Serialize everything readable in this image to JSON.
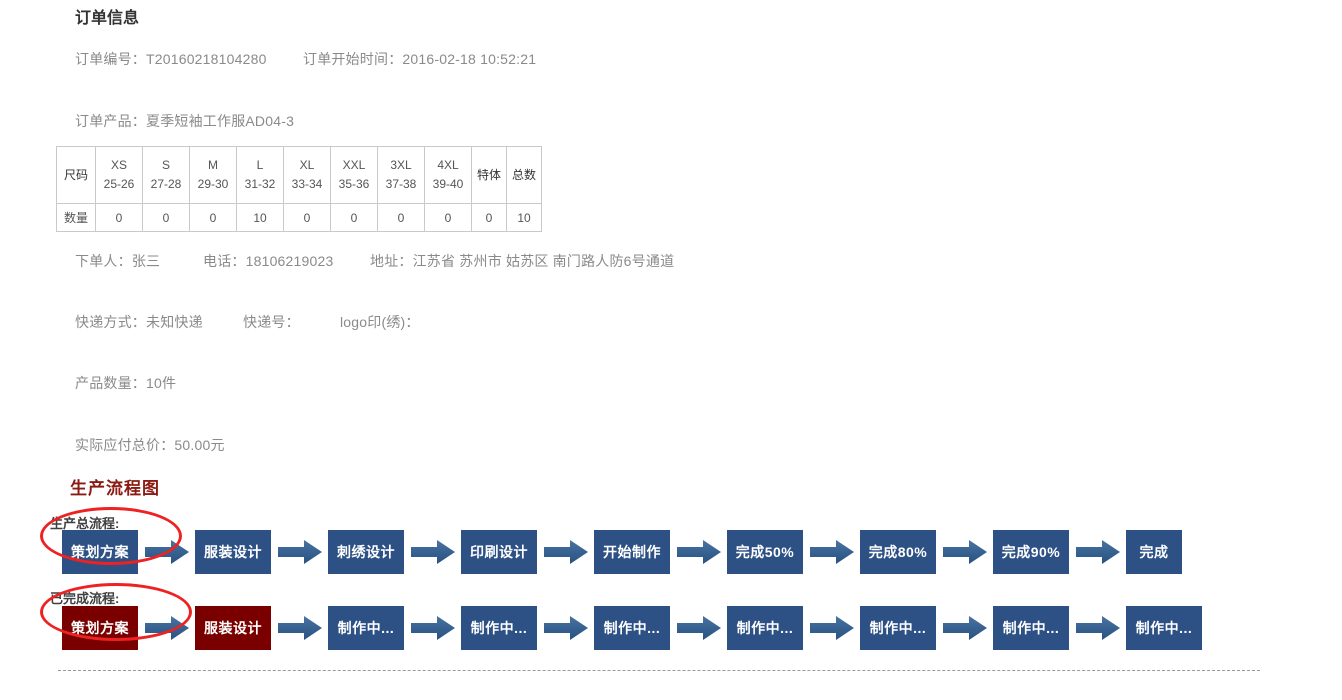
{
  "order": {
    "title": "订单信息",
    "order_no_label": "订单编号：",
    "order_no_value": "T20160218104280",
    "start_time_label": "订单开始时间：",
    "start_time_value": "2016-02-18 10:52:21",
    "product_label": "订单产品：",
    "product_value": "夏季短袖工作服AD04-3",
    "orderer_label": "下单人：",
    "orderer_value": "张三",
    "phone_label": "电话：",
    "phone_value": "18106219023",
    "address_label": "地址：",
    "address_value": "江苏省 苏州市 姑苏区 南门路人防6号通道",
    "ship_way_label": "快递方式：",
    "ship_way_value": "未知快递",
    "ship_no_label": "快递号：",
    "ship_no_value": "",
    "logo_label": "logo印(绣)：",
    "logo_value": "",
    "qty_label": "产品数量：",
    "qty_value": "10件",
    "total_label": "实际应付总价：",
    "total_value": "50.00元"
  },
  "size_table": {
    "row_header_label": "尺码",
    "qty_row_label": "数量",
    "columns": [
      {
        "size": "XS",
        "range": "25-26"
      },
      {
        "size": "S",
        "range": "27-28"
      },
      {
        "size": "M",
        "range": "29-30"
      },
      {
        "size": "L",
        "range": "31-32"
      },
      {
        "size": "XL",
        "range": "33-34"
      },
      {
        "size": "XXL",
        "range": "35-36"
      },
      {
        "size": "3XL",
        "range": "37-38"
      },
      {
        "size": "4XL",
        "range": "39-40"
      }
    ],
    "special_label": "特体",
    "total_label": "总数",
    "quantities": [
      "0",
      "0",
      "0",
      "10",
      "0",
      "0",
      "0",
      "0"
    ],
    "special_qty": "0",
    "total_qty": "10"
  },
  "flow": {
    "title": "生产流程图",
    "total_flow_label": "生产总流程:",
    "done_flow_label": "已完成流程:",
    "colors": {
      "box_blue": "#2d5185",
      "box_red": "#7a0000",
      "arrow": "#3c6490",
      "annotation_red": "#ee2222",
      "heading_red": "#8b1a12"
    },
    "total_steps": [
      {
        "label": "策划方案",
        "state": "pending"
      },
      {
        "label": "服装设计",
        "state": "pending"
      },
      {
        "label": "刺绣设计",
        "state": "pending"
      },
      {
        "label": "印刷设计",
        "state": "pending"
      },
      {
        "label": "开始制作",
        "state": "pending"
      },
      {
        "label": "完成50%",
        "state": "pending"
      },
      {
        "label": "完成80%",
        "state": "pending"
      },
      {
        "label": "完成90%",
        "state": "pending"
      },
      {
        "label": "完成",
        "state": "pending"
      }
    ],
    "done_steps": [
      {
        "label": "策划方案",
        "state": "done"
      },
      {
        "label": "服装设计",
        "state": "done"
      },
      {
        "label": "制作中...",
        "state": "current"
      },
      {
        "label": "制作中...",
        "state": "current"
      },
      {
        "label": "制作中...",
        "state": "current"
      },
      {
        "label": "制作中...",
        "state": "current"
      },
      {
        "label": "制作中...",
        "state": "current"
      },
      {
        "label": "制作中...",
        "state": "current"
      },
      {
        "label": "制作中...",
        "state": "current"
      }
    ]
  }
}
